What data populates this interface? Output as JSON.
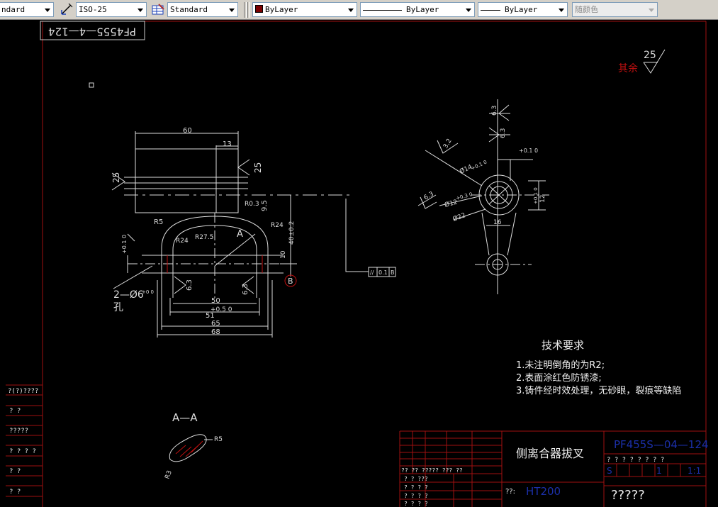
{
  "toolbar": {
    "text_style": "ndard",
    "dim_style": "ISO-25",
    "table_style": "Standard",
    "color": "ByLayer",
    "linetype": "ByLayer",
    "lineweight": "ByLayer",
    "plot_style": "随颜色"
  },
  "drawing": {
    "stamp_code": "PF4555—4—124",
    "roughness_other_label": "其余",
    "roughness_other_value": "25",
    "section_title": "A—A",
    "hole_note": "2—Ø6",
    "hole_note_tol": "+0 0",
    "hole_note_word": "孔",
    "front": {
      "d60": "60",
      "d13": "13",
      "r25_left": "25",
      "r25_right": "25",
      "r03": "R0.3",
      "d95": "9.5",
      "r5": "R5",
      "r24a": "R24",
      "r275": "R27.5",
      "label_a": "A",
      "r24b": "R24",
      "d40": "40±0.2",
      "d10": "10",
      "d50": "50",
      "d51": "51",
      "d51_tol": "+0.5 0",
      "d65": "65",
      "d68": "68",
      "r63a": "6.3",
      "r63b": "6.3",
      "datum": "B",
      "geo_sym": "//",
      "geo_tol": "0.1",
      "geo_ref": "B",
      "phi_tol": "+0.1 0"
    },
    "side": {
      "r63a": "6.3",
      "r63b": "6.3",
      "r63c": "6.3",
      "r32": "3.2",
      "d14": "Ø14",
      "d14_tol": "+0.1 0",
      "d12": "Ø12",
      "d12_tol": "+0.3 0",
      "d22": "Ø22",
      "d16": "16",
      "d01": "+0.1 0",
      "d12v": "12",
      "d12v_tol": "+0.1 0"
    },
    "tech": {
      "title": "技术要求",
      "line1": "1.未注明倒角的为R2;",
      "line2": "2.表面涂红色防锈漆;",
      "line3": "3.铸件经时效处理，无砂眼，裂痕等缺陷"
    },
    "detail": {
      "r5": "R5",
      "r3": "R3"
    },
    "left_table": {
      "r1": "?(?)????",
      "r2": "?      ?",
      "r3": "?????",
      "r4": "? ? ? ?",
      "r5": "?      ?",
      "r6": "?      ?"
    },
    "title_block": {
      "part_name": "侧离合器拔叉",
      "drawing_no": "PF455S—04—124",
      "material_label": "??:",
      "material": "HT200",
      "marks": "? ? ? ?   ? ? ? ?",
      "scale_s": "S",
      "scale_1": "1",
      "scale_11": "1:1",
      "company": "?????",
      "row_qs": "??  ??  ?????    ???     ??",
      "row2": "? ?         ???",
      "row3": "? ?         ? ?",
      "row4": "? ?         ? ?",
      "row5": "? ?         ? ?"
    }
  }
}
